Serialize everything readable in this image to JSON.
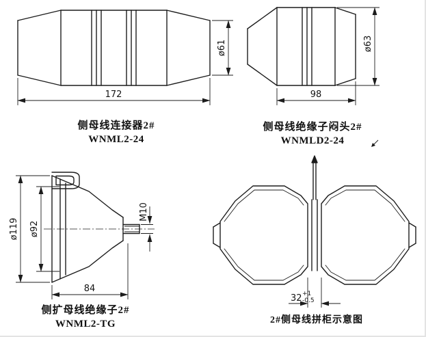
{
  "page": {
    "background": "#ffffff",
    "line_color": "#1c1c1c"
  },
  "connector": {
    "title": "侧母线连接器2#",
    "model": "WNML2-24",
    "length_dim": "172",
    "diameter_dim": "ø61"
  },
  "blind_head": {
    "title": "侧母线绝缘子闷头2#",
    "model": "WNMLD2-24",
    "length_dim": "98",
    "diameter_dim": "ø63"
  },
  "flare_insulator": {
    "title": "侧扩母线绝缘子2#",
    "model": "WNML2-TG",
    "outer_diameter_dim": "ø119",
    "inner_diameter_dim": "ø92",
    "thread_dim": "M10",
    "length_dim": "84"
  },
  "assembly": {
    "title": "2#侧母线拼柜示意图",
    "gap_dim": "32",
    "gap_tolerance_plus": "+1",
    "gap_tolerance_minus": "-0.5"
  }
}
